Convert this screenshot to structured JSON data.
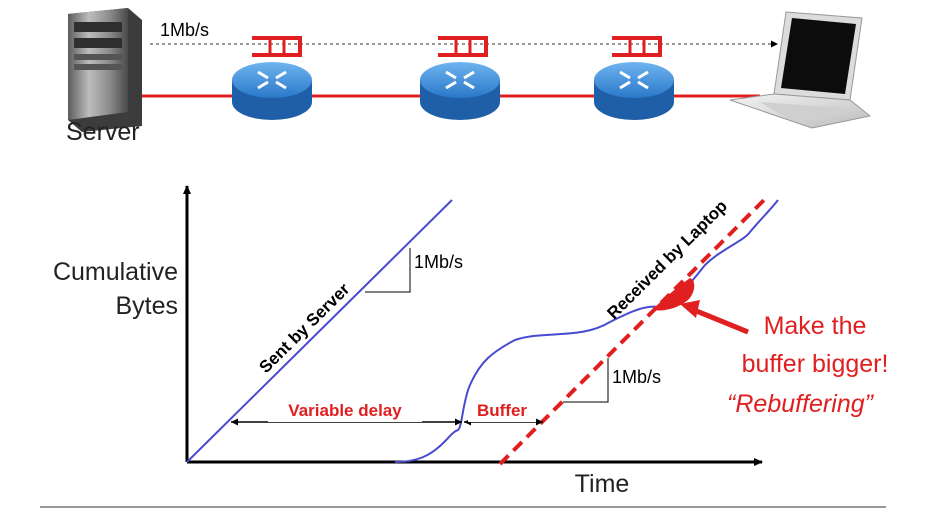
{
  "network": {
    "server_label": "Server",
    "rate_label": "1Mb/s",
    "link_color": "#e02020",
    "router_color": "#2f84d6",
    "queue_color": "#e02020",
    "icons": [
      "server-icon",
      "router-icon",
      "queue-icon",
      "laptop-icon"
    ]
  },
  "graph": {
    "y_axis_label_line1": "Cumulative",
    "y_axis_label_line2": "Bytes",
    "x_axis_label": "Time",
    "sent_label": "Sent by Server",
    "received_label": "Received by Laptop",
    "sent_slope_label": "1Mb/s",
    "playback_slope_label": "1Mb/s",
    "variable_delay_label": "Variable delay",
    "buffer_label": "Buffer",
    "callout_line1": "Make the",
    "callout_line2": "buffer bigger!",
    "rebuffering_label": "“Rebuffering”",
    "accent_red": "#e02020",
    "curve_blue": "#4a4ad0"
  }
}
